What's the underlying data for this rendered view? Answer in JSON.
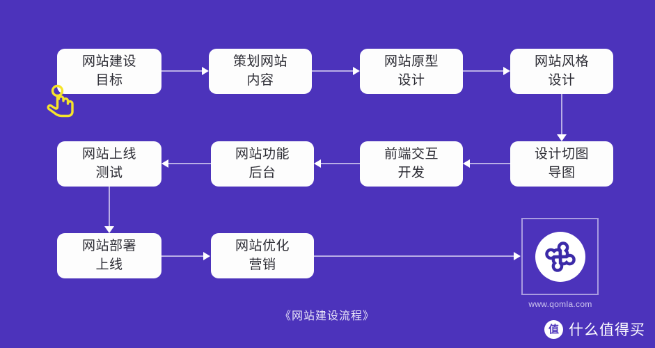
{
  "theme": {
    "background": "#4c33bb",
    "node_fill": "#fdfdfd",
    "node_text": "#2b2b33",
    "connector": "#b9aee6",
    "arrow_head": "#ffffff",
    "cursor_accent": "#f6e42a",
    "caption_text": "#e8e4f8",
    "url_text": "#cfc7ef"
  },
  "diagram": {
    "title": "《网站建设流程》",
    "nodes": [
      {
        "id": "n1",
        "label": "网站建设\n目标",
        "row": 1,
        "col": 1
      },
      {
        "id": "n2",
        "label": "策划网站\n内容",
        "row": 1,
        "col": 2
      },
      {
        "id": "n3",
        "label": "网站原型\n设计",
        "row": 1,
        "col": 3
      },
      {
        "id": "n4",
        "label": "网站风格\n设计",
        "row": 1,
        "col": 4
      },
      {
        "id": "n5",
        "label": "设计切图\n导图",
        "row": 2,
        "col": 4
      },
      {
        "id": "n6",
        "label": "前端交互\n开发",
        "row": 2,
        "col": 3
      },
      {
        "id": "n7",
        "label": "网站功能\n后台",
        "row": 2,
        "col": 2
      },
      {
        "id": "n8",
        "label": "网站上线\n测试",
        "row": 2,
        "col": 1
      },
      {
        "id": "n9",
        "label": "网站部署\n上线",
        "row": 3,
        "col": 1
      },
      {
        "id": "n10",
        "label": "网站优化\n营销",
        "row": 3,
        "col": 2
      }
    ],
    "edges": [
      {
        "from": "n1",
        "to": "n2",
        "direction": "right"
      },
      {
        "from": "n2",
        "to": "n3",
        "direction": "right"
      },
      {
        "from": "n3",
        "to": "n4",
        "direction": "right"
      },
      {
        "from": "n4",
        "to": "n5",
        "direction": "down"
      },
      {
        "from": "n5",
        "to": "n6",
        "direction": "left"
      },
      {
        "from": "n6",
        "to": "n7",
        "direction": "left"
      },
      {
        "from": "n7",
        "to": "n8",
        "direction": "left"
      },
      {
        "from": "n8",
        "to": "n9",
        "direction": "down"
      },
      {
        "from": "n9",
        "to": "n10",
        "direction": "right"
      },
      {
        "from": "n10",
        "to": "logo",
        "direction": "right"
      }
    ]
  },
  "logo": {
    "icon": "qomla-clover-logo",
    "url": "www.qomla.com"
  },
  "cursor": {
    "icon": "tap-hand-cursor"
  },
  "watermark": {
    "badge": "值",
    "text": "什么值得买"
  }
}
